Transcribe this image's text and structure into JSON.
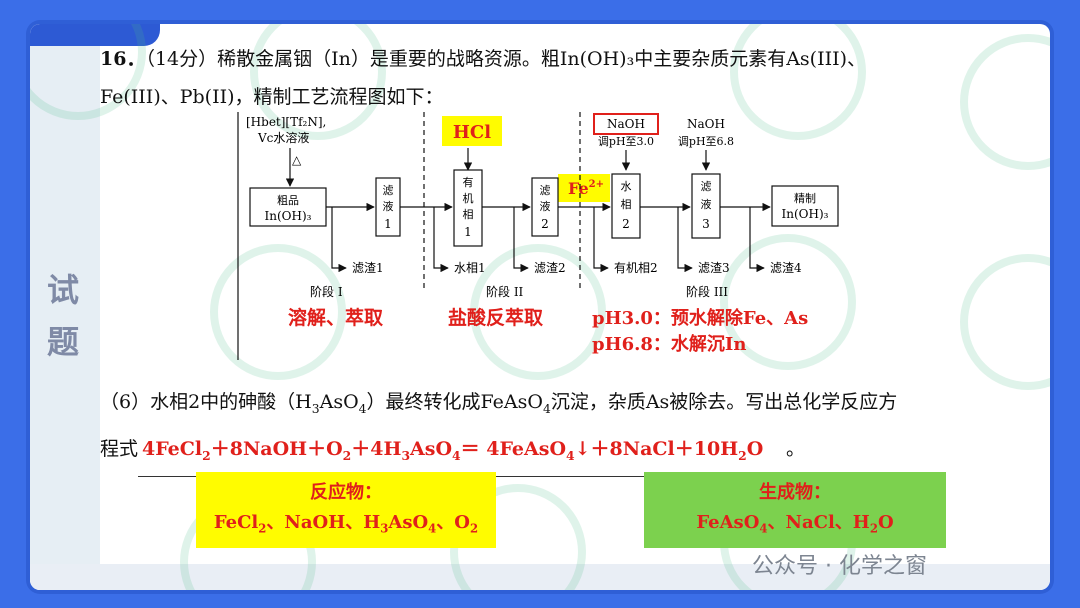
{
  "question": {
    "number": "16．",
    "line1": "（14分）稀散金属铟（In）是重要的战略资源。粗In(OH)₃中主要杂质元素有As(III)、",
    "line2": "Fe(III)、Pb(II)，精制工艺流程图如下："
  },
  "side_label": "试题",
  "diagram": {
    "reagent1_line1": "[Hbet][Tf₂N],",
    "reagent1_line2": "Vc水溶液",
    "reagent1_mark": "△",
    "hcl": "HCl",
    "fe": "Fe",
    "fe_sup": "2+",
    "naoh1": "NaOH",
    "naoh1_ph": "调pH至3.0",
    "naoh2": "NaOH",
    "naoh2_ph": "调pH至6.8",
    "box1_line1": "粗品",
    "box1_line2": "In(OH)₃",
    "box2_line1": "滤",
    "box2_line2": "液",
    "box2_line3": "1",
    "box3_line1": "有",
    "box3_line2": "机",
    "box3_line3": "相",
    "box3_line4": "1",
    "box4_line1": "滤",
    "box4_line2": "液",
    "box4_line3": "2",
    "box5_line1": "水",
    "box5_line2": "相",
    "box5_line3": "2",
    "box6_line1": "滤",
    "box6_line2": "液",
    "box6_line3": "3",
    "box7_line1": "精制",
    "box7_line2": "In(OH)₃",
    "residue1": "滤渣1",
    "aqueous1": "水相1",
    "residue2": "滤渣2",
    "organic2": "有机相2",
    "residue3": "滤渣3",
    "residue4": "滤渣4",
    "stage1": "阶段 I",
    "stage2": "阶段 II",
    "stage3": "阶段 III",
    "note1": "溶解、萃取",
    "note2": "盐酸反萃取",
    "note3a": "pH3.0：预水解除Fe、As",
    "note3b": "pH6.8：水解沉In"
  },
  "part6": {
    "line1a": "（6）水相2中的砷酸（H",
    "line1b": "3",
    "line1c": "AsO",
    "line1d": "4",
    "line1e": "）最终转化成FeAsO",
    "line1f": "4",
    "line1g": "沉淀，杂质As被除去。写出总化学反应方",
    "line2": "程式",
    "end": "。"
  },
  "answer": {
    "eq_a": "4FeCl",
    "eq_b": "2",
    "eq_c": "＋8NaOH＋O",
    "eq_d": "2",
    "eq_e": "＋4H",
    "eq_f": "3",
    "eq_g": "AsO",
    "eq_h": "4",
    "eq_i": "＝ 4FeAsO",
    "eq_j": "4",
    "eq_k": "↓＋8NaCl＋10H",
    "eq_l": "2",
    "eq_m": "O"
  },
  "reactants": {
    "title": "反应物：",
    "a": "FeCl",
    "b": "2",
    "c": "、NaOH、H",
    "d": "3",
    "e": "AsO",
    "f": "4",
    "g": "、O",
    "h": "2"
  },
  "products": {
    "title": "生成物：",
    "a": "FeAsO",
    "b": "4",
    "c": "、NaCl、H",
    "d": "2",
    "e": "O"
  },
  "credit": "公众号 · 化学之窗",
  "colors": {
    "frame": "#3b6ee8",
    "answer_red": "#e0201b",
    "reactant_box": "#fffc00",
    "product_box": "#7cd14e"
  }
}
